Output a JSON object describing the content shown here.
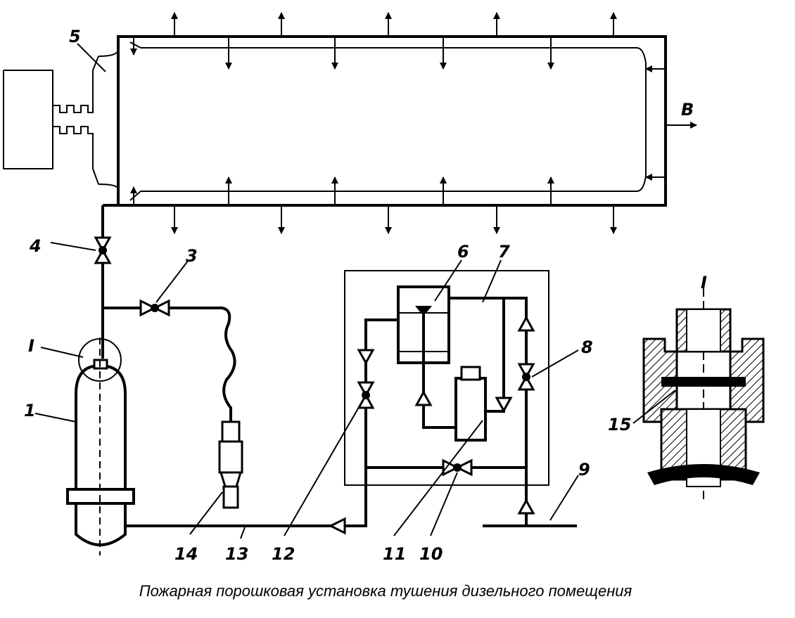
{
  "diagram": {
    "caption": "Пожарная порошковая установка тушения дизельного помещения",
    "labels": {
      "n1": "1",
      "n3": "3",
      "n4": "4",
      "n5": "5",
      "n6": "6",
      "n7": "7",
      "n8": "8",
      "n9": "9",
      "n10": "10",
      "n11": "11",
      "n12": "12",
      "n13": "13",
      "n14": "14",
      "n15": "15",
      "roman_main": "I",
      "roman_detail": "I",
      "b": "В"
    }
  },
  "colors": {
    "line": "#000000",
    "background": "#ffffff"
  }
}
